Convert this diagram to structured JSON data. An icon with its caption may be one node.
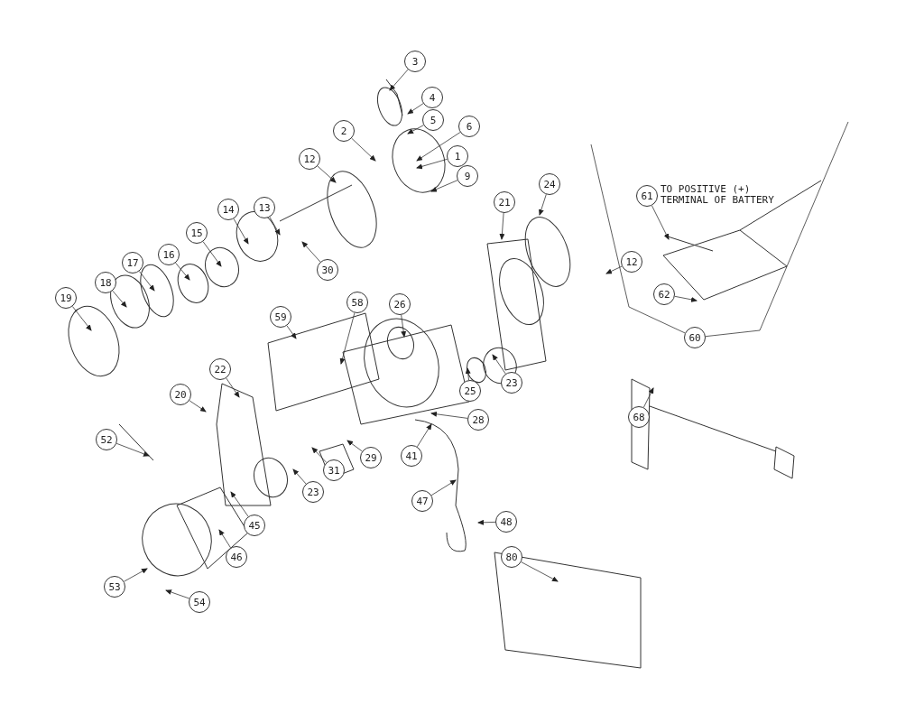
{
  "diagram": {
    "nodes": [
      {
        "text": [
          "3"
        ]
      },
      {
        "text": [
          "4"
        ]
      },
      {
        "text": [
          "5"
        ]
      },
      {
        "text": [
          "6"
        ]
      },
      {
        "text": [
          "2"
        ]
      },
      {
        "text": [
          "1"
        ]
      },
      {
        "text": [
          "12"
        ]
      },
      {
        "text": [
          "9"
        ]
      },
      {
        "text": [
          "24"
        ]
      },
      {
        "text": [
          "61"
        ],
        "beside": [
          "TO POSITIVE (+) TERMINAL OF BATTERY"
        ]
      },
      {
        "text": [
          "21"
        ]
      },
      {
        "text": [
          "14"
        ]
      },
      {
        "text": [
          "13"
        ]
      },
      {
        "text": [
          "15"
        ]
      },
      {
        "text": [
          "12"
        ]
      },
      {
        "text": [
          "16"
        ]
      },
      {
        "text": [
          "17"
        ]
      },
      {
        "text": [
          "30"
        ]
      },
      {
        "text": [
          "18"
        ]
      },
      {
        "text": [
          "62"
        ]
      },
      {
        "text": [
          "19"
        ]
      },
      {
        "text": [
          "58"
        ]
      },
      {
        "text": [
          "26"
        ]
      },
      {
        "text": [
          "59"
        ]
      },
      {
        "text": [
          "60"
        ]
      },
      {
        "text": [
          "22"
        ]
      },
      {
        "text": [
          "23"
        ]
      },
      {
        "text": [
          "25"
        ]
      },
      {
        "text": [
          "20"
        ]
      },
      {
        "text": [
          "68"
        ]
      },
      {
        "text": [
          "28"
        ]
      },
      {
        "text": [
          "52"
        ]
      },
      {
        "text": [
          "41"
        ]
      },
      {
        "text": [
          "29"
        ]
      },
      {
        "text": [
          "31"
        ]
      },
      {
        "text": [
          "23"
        ]
      },
      {
        "text": [
          "47"
        ]
      },
      {
        "text": [
          "48"
        ]
      },
      {
        "text": [
          "45"
        ]
      },
      {
        "text": [
          "46"
        ]
      },
      {
        "text": [
          "80"
        ]
      },
      {
        "text": [
          "53"
        ]
      },
      {
        "text": [
          "54"
        ]
      }
    ],
    "edges": [
      {
        "from": 0,
        "to": null,
        "arrow": "to"
      },
      {
        "from": 1,
        "to": null,
        "arrow": "to"
      },
      {
        "from": 2,
        "to": null,
        "arrow": "to"
      },
      {
        "from": 3,
        "to": null,
        "arrow": "to"
      },
      {
        "from": 4,
        "to": null,
        "arrow": "to"
      },
      {
        "from": 5,
        "to": null,
        "arrow": "to"
      },
      {
        "from": 6,
        "to": null,
        "arrow": "to"
      },
      {
        "from": 7,
        "to": null,
        "arrow": "to"
      },
      {
        "from": 8,
        "to": null,
        "arrow": "to"
      },
      {
        "from": 9,
        "to": null,
        "arrow": "to"
      },
      {
        "from": 10,
        "to": null,
        "arrow": "to"
      },
      {
        "from": 11,
        "to": null,
        "arrow": "to"
      },
      {
        "from": 12,
        "to": null,
        "arrow": "to"
      },
      {
        "from": 13,
        "to": null,
        "arrow": "to"
      },
      {
        "from": 14,
        "to": null,
        "arrow": "to"
      },
      {
        "from": 15,
        "to": null,
        "arrow": "to"
      },
      {
        "from": 16,
        "to": null,
        "arrow": "to"
      },
      {
        "from": 17,
        "to": null,
        "arrow": "to"
      },
      {
        "from": 18,
        "to": null,
        "arrow": "to"
      },
      {
        "from": 19,
        "to": null,
        "arrow": "to"
      },
      {
        "from": 20,
        "to": null,
        "arrow": "to"
      },
      {
        "from": 21,
        "to": null,
        "arrow": "to"
      },
      {
        "from": 22,
        "to": null,
        "arrow": "to"
      },
      {
        "from": 23,
        "to": null,
        "arrow": "to"
      },
      {
        "from": 24,
        "to": null,
        "arrow": "none"
      },
      {
        "from": 24,
        "to": null,
        "arrow": "none"
      },
      {
        "from": 25,
        "to": null,
        "arrow": "to"
      },
      {
        "from": 26,
        "to": null,
        "arrow": "to"
      },
      {
        "from": 27,
        "to": null,
        "arrow": "to"
      },
      {
        "from": 28,
        "to": null,
        "arrow": "to"
      },
      {
        "from": 29,
        "to": null,
        "arrow": "to"
      },
      {
        "from": 30,
        "to": null,
        "arrow": "to"
      },
      {
        "from": 31,
        "to": null,
        "arrow": "to"
      },
      {
        "from": 32,
        "to": null,
        "arrow": "to"
      },
      {
        "from": 33,
        "to": null,
        "arrow": "to"
      },
      {
        "from": 34,
        "to": null,
        "arrow": "to"
      },
      {
        "from": 35,
        "to": null,
        "arrow": "to"
      },
      {
        "from": 36,
        "to": null,
        "arrow": "to"
      },
      {
        "from": 37,
        "to": null,
        "arrow": "to"
      },
      {
        "from": 38,
        "to": null,
        "arrow": "to"
      },
      {
        "from": 39,
        "to": null,
        "arrow": "to"
      },
      {
        "from": 40,
        "to": null,
        "arrow": "to"
      },
      {
        "from": 41,
        "to": null,
        "arrow": "to"
      },
      {
        "from": 42,
        "to": null,
        "arrow": "to"
      }
    ]
  }
}
